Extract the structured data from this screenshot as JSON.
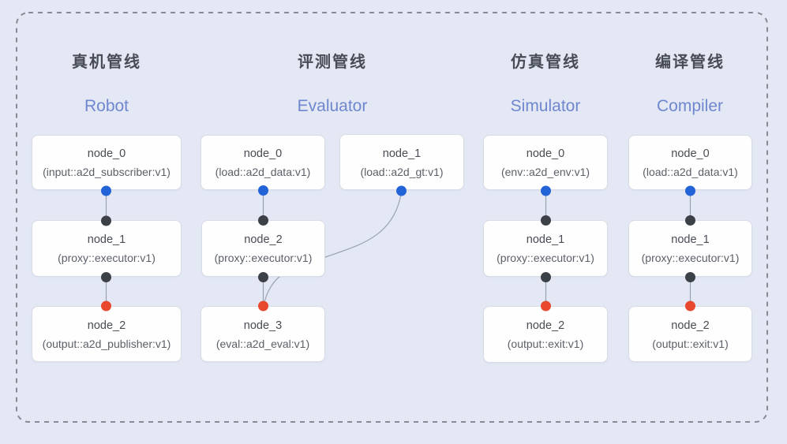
{
  "diagram": {
    "background_color": "#e4e8f5",
    "border_color": "#868b95",
    "line_color": "#9aa2b1",
    "dot_colors": {
      "blue": "#2363d8",
      "black": "#3c4147",
      "red": "#e8492e"
    },
    "box_border_color": "#d8dce4",
    "title_zh_color": "#474c56",
    "title_en_color": "#6e87cf"
  },
  "pipelines": [
    {
      "title_zh": "真机管线",
      "title_en": "Robot",
      "nodes": [
        {
          "title": "node_0",
          "subtitle": "(input::a2d_subscriber:v1)"
        },
        {
          "title": "node_1",
          "subtitle": "(proxy::executor:v1)"
        },
        {
          "title": "node_2",
          "subtitle": "(output::a2d_publisher:v1)"
        }
      ]
    },
    {
      "title_zh": "评测管线",
      "title_en": "Evaluator",
      "nodes": [
        {
          "title": "node_0",
          "subtitle": "(load::a2d_data:v1)"
        },
        {
          "title": "node_1",
          "subtitle": "(load::a2d_gt:v1)"
        },
        {
          "title": "node_2",
          "subtitle": "(proxy::executor:v1)"
        },
        {
          "title": "node_3",
          "subtitle": "(eval::a2d_eval:v1)"
        }
      ]
    },
    {
      "title_zh": "仿真管线",
      "title_en": "Simulator",
      "nodes": [
        {
          "title": "node_0",
          "subtitle": "(env::a2d_env:v1)"
        },
        {
          "title": "node_1",
          "subtitle": "(proxy::executor:v1)"
        },
        {
          "title": "node_2",
          "subtitle": "(output::exit:v1)"
        }
      ]
    },
    {
      "title_zh": "编译管线",
      "title_en": "Compiler",
      "nodes": [
        {
          "title": "node_0",
          "subtitle": "(load::a2d_data:v1)"
        },
        {
          "title": "node_1",
          "subtitle": "(proxy::executor:v1)"
        },
        {
          "title": "node_2",
          "subtitle": "(output::exit:v1)"
        }
      ]
    }
  ]
}
